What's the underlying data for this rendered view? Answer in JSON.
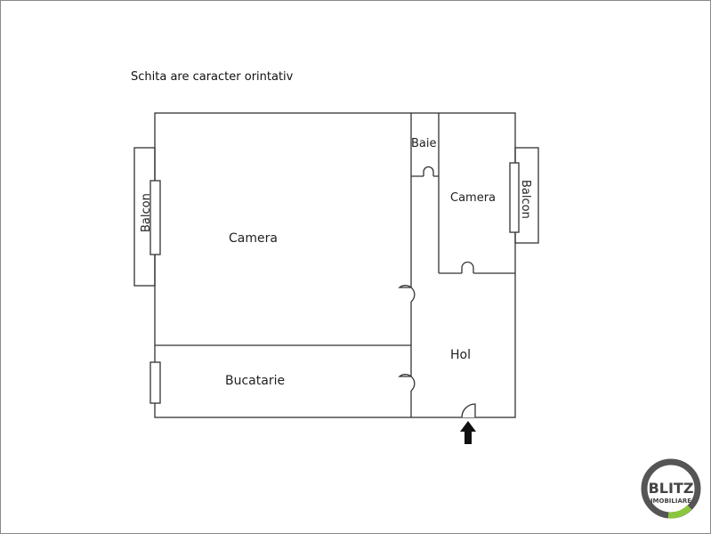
{
  "note": "Schita are caracter orintativ",
  "rooms": {
    "camera_main": "Camera",
    "camera_small": "Camera",
    "baie": "Baie",
    "bucatarie": "Bucatarie",
    "hol": "Hol",
    "balcon_left": "Balcon",
    "balcon_right": "Balcon"
  },
  "logo": {
    "text": "BLITZ",
    "subtext": "IMOBILIARE",
    "ring_color": "#555555",
    "accent_color": "#8cc63f"
  }
}
